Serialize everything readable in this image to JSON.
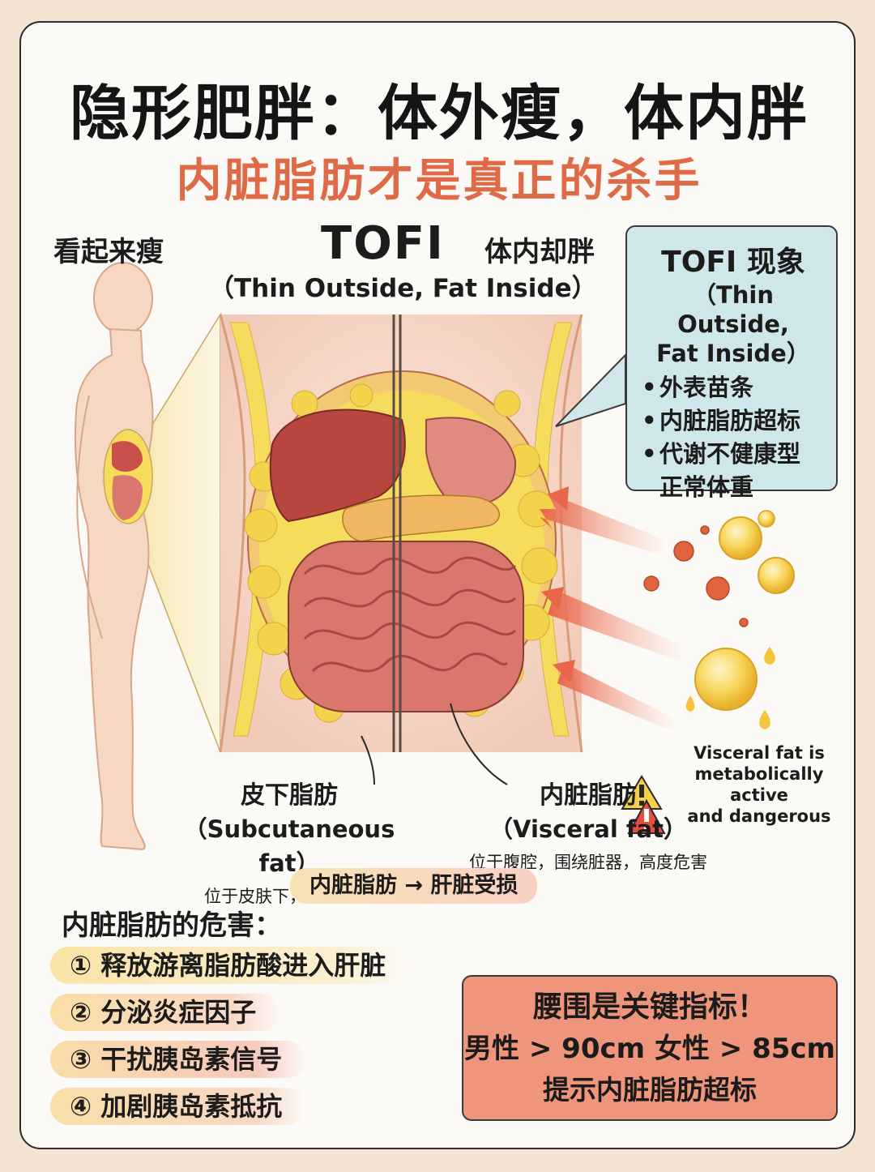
{
  "header": {
    "title": "隐形肥胖：体外瘦，体内胖",
    "subtitle": "内脏脂肪才是真正的杀手"
  },
  "figure": {
    "looks_thin": "看起来瘦",
    "fat_inside": "体内却胖",
    "tofi": "TOFI",
    "tofi_full": "（Thin Outside, Fat Inside）"
  },
  "info_bubble": {
    "title": "TOFI 现象",
    "subtitle_line1": "（Thin Outside,",
    "subtitle_line2": "Fat Inside）",
    "bullets": [
      "外表苗条",
      "内脏脂肪超标",
      "代谢不健康型",
      "正常体重"
    ]
  },
  "labels": {
    "subcutaneous_zh": "皮下脂肪",
    "subcutaneous_en": "（Subcutaneous fat）",
    "subcutaneous_desc": "位于皮肤下，危害较小",
    "visceral_zh": "内脏脂肪",
    "visceral_en": "（Visceral fat）",
    "visceral_desc": "位于腹腔，围绕脏器，高度危害",
    "warning_line1": "Visceral fat is",
    "warning_line2": "metabolically active",
    "warning_line3": "and dangerous",
    "liver_tag": "内脏脂肪 → 肝脏受损"
  },
  "harms": {
    "heading": "内脏脂肪的危害：",
    "items": [
      "① 释放游离脂肪酸进入肝脏",
      "② 分泌炎症因子",
      "③ 干扰胰岛素信号",
      "④ 加剧胰岛素抵抗"
    ]
  },
  "waist_box": {
    "line1": "腰围是关键指标！",
    "line2": "男性 > 90cm  女性 > 85cm",
    "line3": "提示内脏脂肪超标"
  },
  "colors": {
    "accent": "#e06a47",
    "bubble_bg": "#cfe6ea",
    "waist_bg": "#ee957b",
    "fat_yellow": "#f6dc5c",
    "organ_red": "#c9504a"
  }
}
